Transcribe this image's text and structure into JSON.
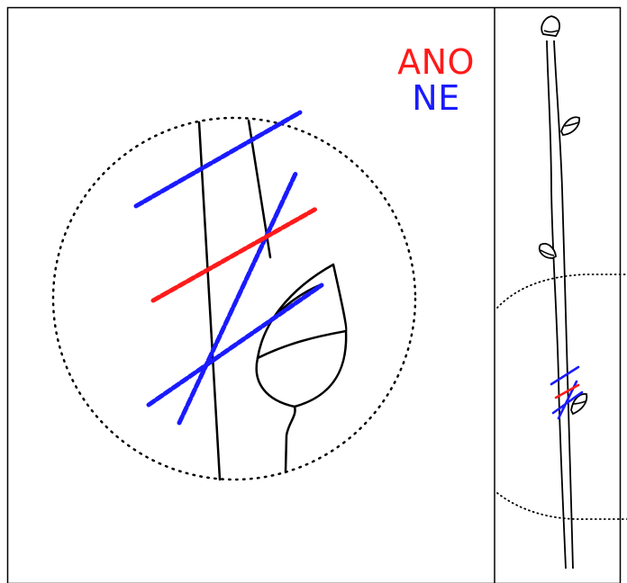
{
  "legend": {
    "yes_label": "ANO",
    "no_label": "NE",
    "yes_color": "#ff1a1a",
    "no_color": "#1a1aff"
  },
  "colors": {
    "stroke": "#000000",
    "background": "#ffffff"
  },
  "panels": [
    {
      "id": "detail",
      "contents": [
        "dotted-circle",
        "stem-lines",
        "bud",
        "blue-cut-lines",
        "red-cut-line"
      ]
    },
    {
      "id": "twig-overview",
      "contents": [
        "twig",
        "buds",
        "dotted-circle",
        "cut-marks"
      ]
    }
  ]
}
